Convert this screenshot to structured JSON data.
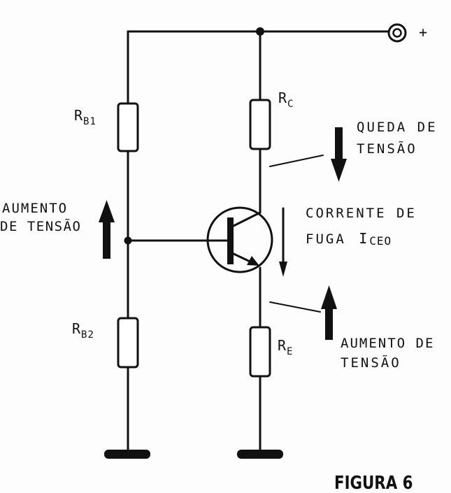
{
  "terminal": {
    "plus": "+"
  },
  "components": {
    "rb1": {
      "main": "R",
      "sub": "B1"
    },
    "rb2": {
      "main": "R",
      "sub": "B2"
    },
    "rc": {
      "main": "R",
      "sub": "C"
    },
    "re": {
      "main": "R",
      "sub": "E"
    }
  },
  "annotations": {
    "queda": [
      "QUEDA DE",
      "TENSÃO"
    ],
    "aumento_left": [
      "AUMENTO",
      "DE TENSÃO"
    ],
    "corrente": [
      "CORRENTE DE",
      "FUGA"
    ],
    "iceo": {
      "main": "I",
      "sub": "CEO"
    },
    "aumento_right": [
      "AUMENTO DE",
      "TENSÃO"
    ]
  },
  "caption": "FIGURA 6",
  "colors": {
    "ink": "#111111",
    "paper": "#fdfdfd"
  }
}
